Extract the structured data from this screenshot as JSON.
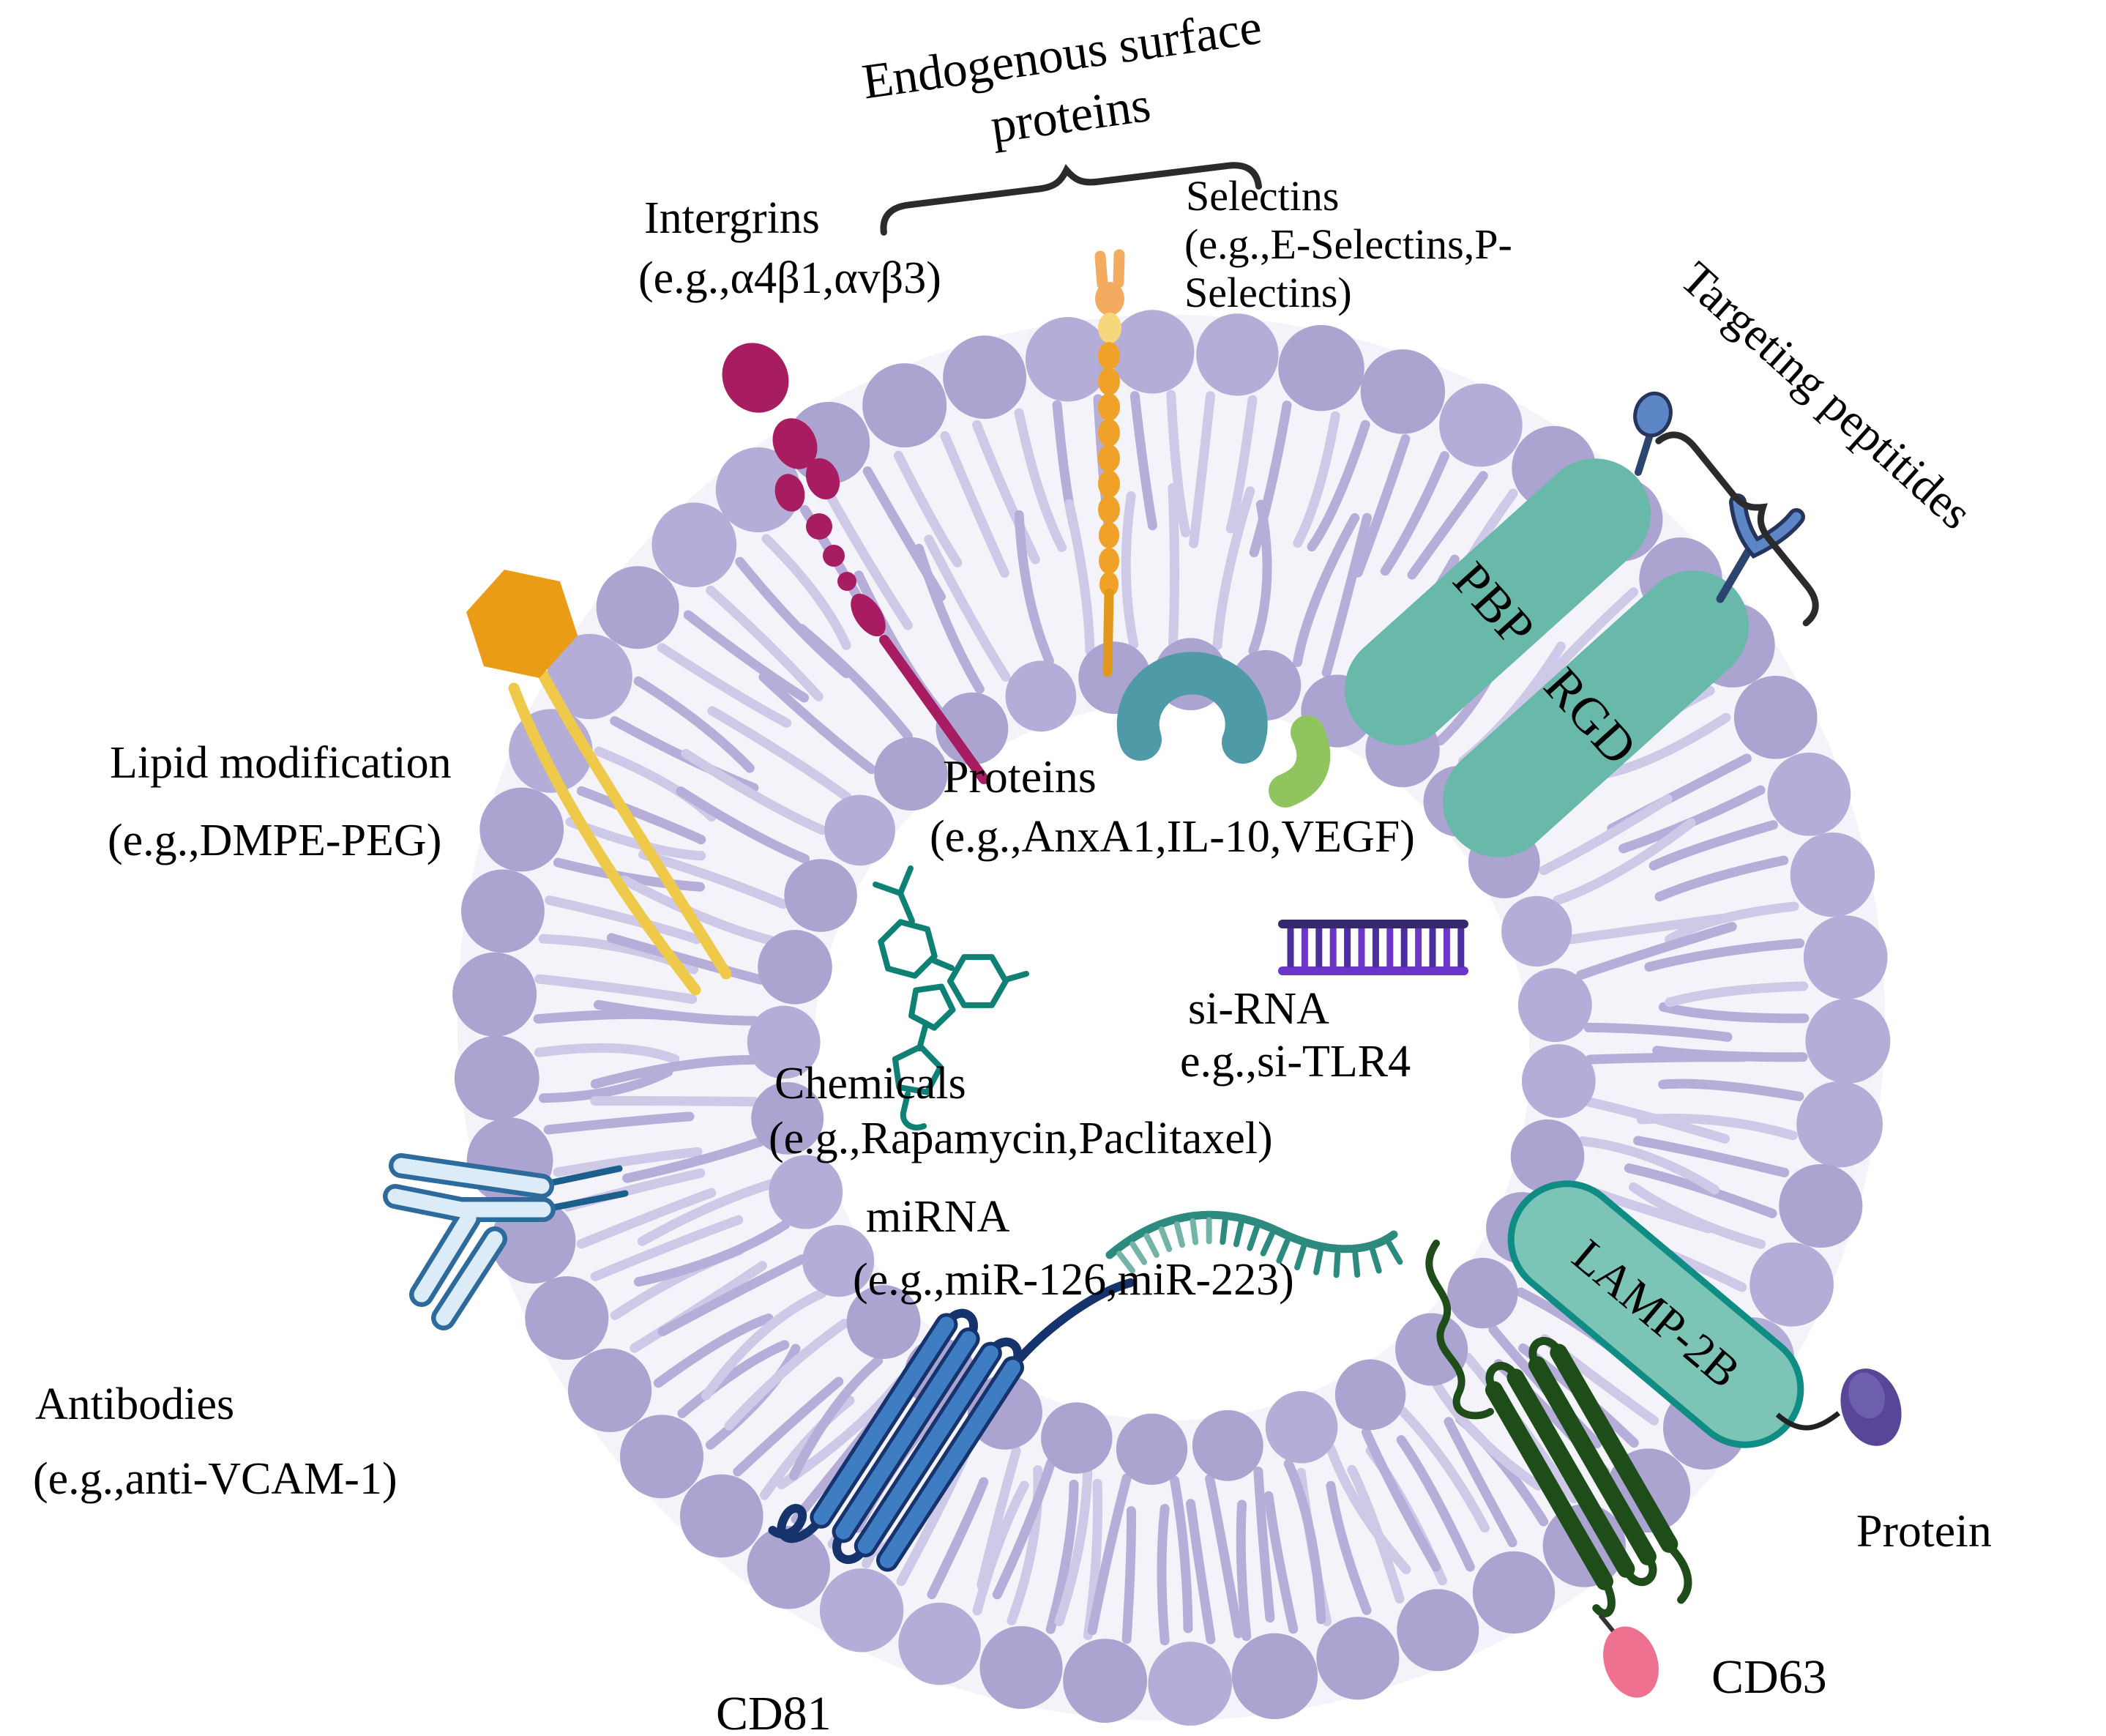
{
  "colors": {
    "background": "#ffffff",
    "membrane_head": "#aba3d0",
    "membrane_head_alt": "#b4add7",
    "membrane_tail_dark": "#b6aed9",
    "membrane_tail_light": "#cfc9e8",
    "membrane_fill": "#f4f3fa",
    "pill_fill": "#68b9aa",
    "lamp_fill": "#7cc5b6",
    "lamp_border": "#0f8d85",
    "integrin_magenta": "#a81d62",
    "selectin_orange": "#f0a228",
    "selectin_tip": "#f3ac5f",
    "selectin_pale_bead": "#f7d77c",
    "selectin_stem": "#e2981b",
    "hexagon_orange": "#eb9c17",
    "hexagon_tail_yellow": "#efc94a",
    "antibody_fill": "#dcebf8",
    "antibody_outline": "#2e6b9d",
    "antibody_stalk": "#1c5f8c",
    "cd81_blue": "#3e7dc1",
    "cd81_outline": "#16336e",
    "cd63_green": "#1e4d1a",
    "cd63_pink": "#ee7190",
    "peptide_blue": "#5d86c6",
    "peptide_dark": "#2c4470",
    "protein_purple": "#584798",
    "protein_purple_light": "#6e5fae",
    "cargo_teal_blob": "#4f9aa7",
    "cargo_green_bean": "#8fc45e",
    "molecule_teal": "#0e8174",
    "sirna_rail_top": "#37276f",
    "sirna_rail_bottom": "#6a35c8",
    "sirna_rung_a": "#4c2f9e",
    "sirna_rung_b": "#6d36c9",
    "mirna_dark": "#2d8a7e",
    "mirna_light": "#74b4a8",
    "brace": "#2b2b2b",
    "text": "#000000"
  },
  "labels": {
    "title": {
      "line1": "Endogenous surface",
      "line2": "proteins"
    },
    "intergrins": {
      "line1": "Intergrins",
      "line2": "(e.g.,α4β1,αvβ3)"
    },
    "selectins": {
      "line1": "Selectins",
      "line2": "(e.g.,E-Selectins,P-",
      "line3": "Selectins)"
    },
    "targeting_peptides": "Targeting peptitides",
    "lipid_modification": {
      "line1": "Lipid modification",
      "line2": "(e.g.,DMPE-PEG)"
    },
    "proteins_cargo": {
      "line1": "Proteins",
      "line2": "(e.g.,AnxA1,IL-10,VEGF)"
    },
    "sirna": {
      "line1": "si-RNA",
      "line2": "e.g.,si-TLR4"
    },
    "chemicals": {
      "line1": "Chemicals",
      "line2": "(e.g.,Rapamycin,Paclitaxel)"
    },
    "mirna": {
      "line1": "miRNA",
      "line2": "(e.g.,miR-126,miR-223)"
    },
    "antibodies": {
      "line1": "Antibodies",
      "line2": "(e.g.,anti-VCAM-1)"
    },
    "cd81": "CD81",
    "cd63": "CD63",
    "protein": "Protein",
    "pbp": "PBP",
    "rgd": "RGD",
    "lamp2b": "LAMP-2B"
  },
  "icons": {
    "membrane": "lipid-bilayer-ring-icon",
    "integrin": "integrin-icon",
    "selectin": "selectin-icon",
    "lipid_modification": "dmpe-peg-lipid-icon",
    "antibody": "antibody-icon",
    "cd81": "cd81-tetraspanin-icon",
    "cd63": "cd63-tetraspanin-icon",
    "targeting_pin": "peptide-pin-icon",
    "targeting_fork": "peptide-fork-icon",
    "protein_cargo": "protein-blob-icon",
    "sirna": "sirna-ladder-icon",
    "chemical": "chemical-molecule-icon",
    "mirna": "mirna-strand-icon",
    "attached_protein": "attached-protein-icon"
  }
}
